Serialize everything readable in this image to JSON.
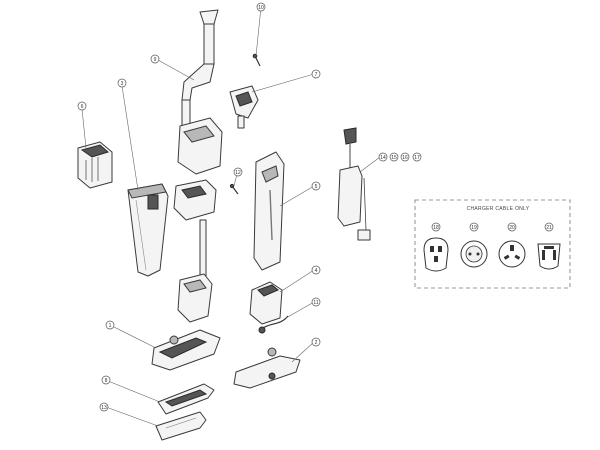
{
  "callouts": [
    {
      "label": "1"
    },
    {
      "label": "2"
    },
    {
      "label": "3"
    },
    {
      "label": "4"
    },
    {
      "label": "5"
    },
    {
      "label": "6"
    },
    {
      "label": "7"
    },
    {
      "label": "8"
    },
    {
      "label": "9"
    },
    {
      "label": "10"
    },
    {
      "label": "11"
    },
    {
      "label": "12"
    },
    {
      "label": "13"
    },
    {
      "label": "14"
    },
    {
      "label": "15"
    },
    {
      "label": "16"
    },
    {
      "label": "17"
    },
    {
      "label": "18"
    },
    {
      "label": "19"
    },
    {
      "label": "20"
    },
    {
      "label": "21"
    }
  ],
  "charger_kit": {
    "title": "CHARGER CABLE ONLY",
    "plugs": [
      {
        "label": "18"
      },
      {
        "label": "19"
      },
      {
        "label": "20"
      },
      {
        "label": "21"
      }
    ]
  }
}
